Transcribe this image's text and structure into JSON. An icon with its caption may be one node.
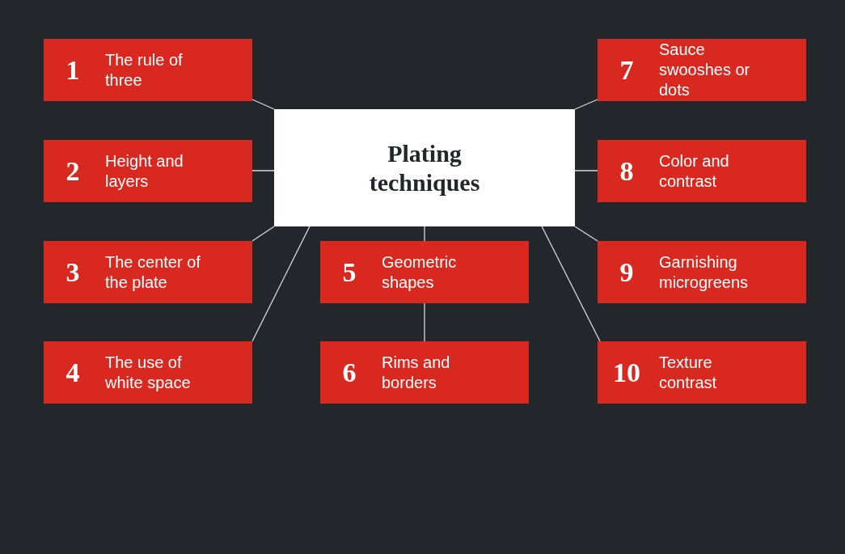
{
  "diagram": {
    "nodes": [
      {
        "text": [
          "Plating techniques"
        ]
      },
      {
        "text": [
          "1",
          "The rule of three"
        ]
      },
      {
        "text": [
          "2",
          "Height and layers"
        ]
      },
      {
        "text": [
          "3",
          "The center of the plate"
        ]
      },
      {
        "text": [
          "4",
          "The use of white space"
        ]
      },
      {
        "text": [
          "5",
          "Geometric shapes"
        ]
      },
      {
        "text": [
          "6",
          "Rims and borders"
        ]
      },
      {
        "text": [
          "7",
          "Sauce swooshes or dots"
        ]
      },
      {
        "text": [
          "8",
          "Color and contrast"
        ]
      },
      {
        "text": [
          "9",
          "Garnishing microgreens"
        ]
      },
      {
        "text": [
          "10",
          "Texture contrast"
        ]
      }
    ],
    "edges": [
      {
        "from": 0,
        "to": 1,
        "arrow": "none"
      },
      {
        "from": 0,
        "to": 2,
        "arrow": "none"
      },
      {
        "from": 0,
        "to": 3,
        "arrow": "none"
      },
      {
        "from": 0,
        "to": 4,
        "arrow": "none"
      },
      {
        "from": 0,
        "to": 5,
        "arrow": "none"
      },
      {
        "from": 5,
        "to": 6,
        "arrow": "none"
      },
      {
        "from": 0,
        "to": 7,
        "arrow": "none"
      },
      {
        "from": 0,
        "to": 8,
        "arrow": "none"
      },
      {
        "from": 0,
        "to": 9,
        "arrow": "none"
      },
      {
        "from": 0,
        "to": 10,
        "arrow": "none"
      }
    ]
  }
}
